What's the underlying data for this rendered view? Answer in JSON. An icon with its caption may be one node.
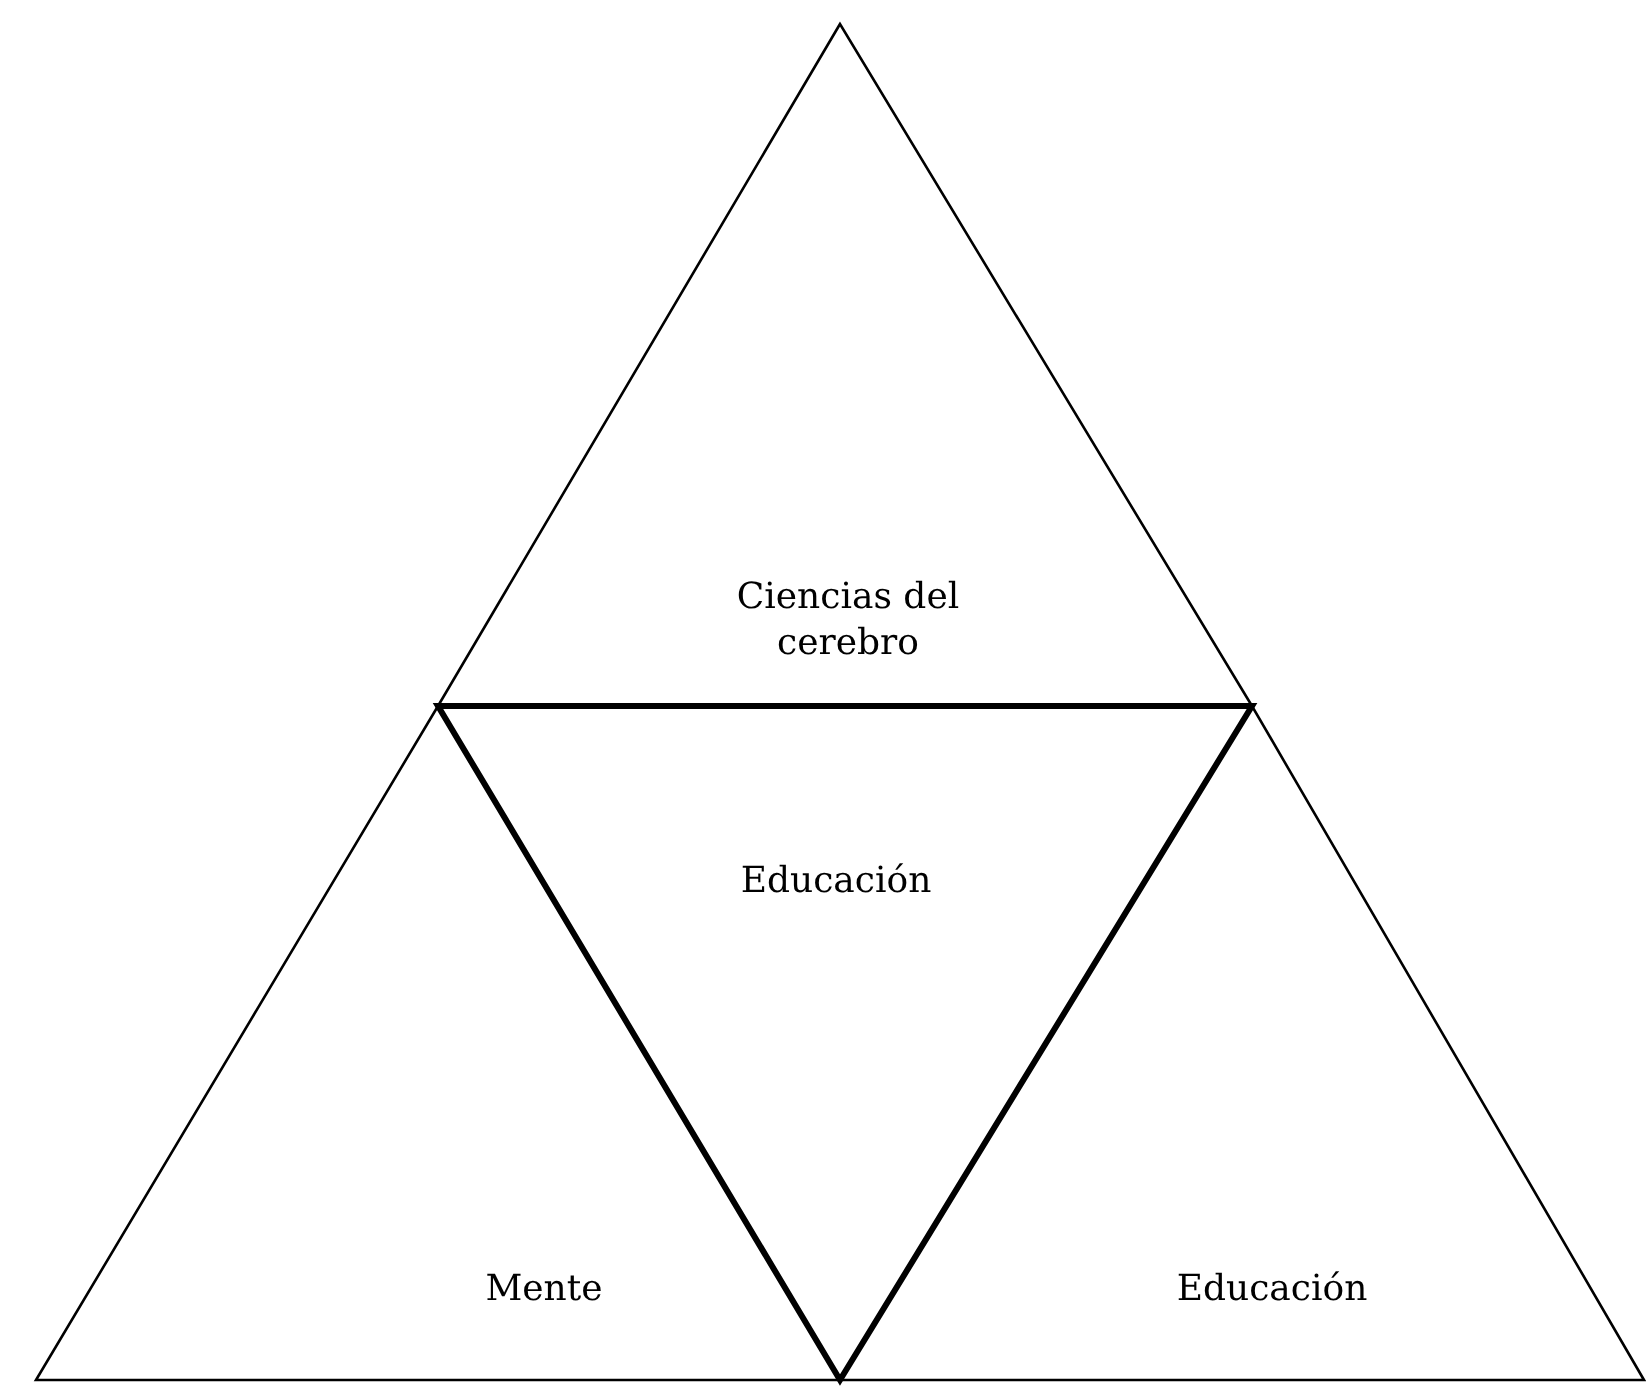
{
  "diagram": {
    "nodes": [
      {
        "text": [
          "Ciencias del cerebro"
        ]
      },
      {
        "text": [
          "Educación"
        ]
      },
      {
        "text": [
          "Mente"
        ]
      },
      {
        "text": [
          "Educación"
        ]
      }
    ]
  }
}
